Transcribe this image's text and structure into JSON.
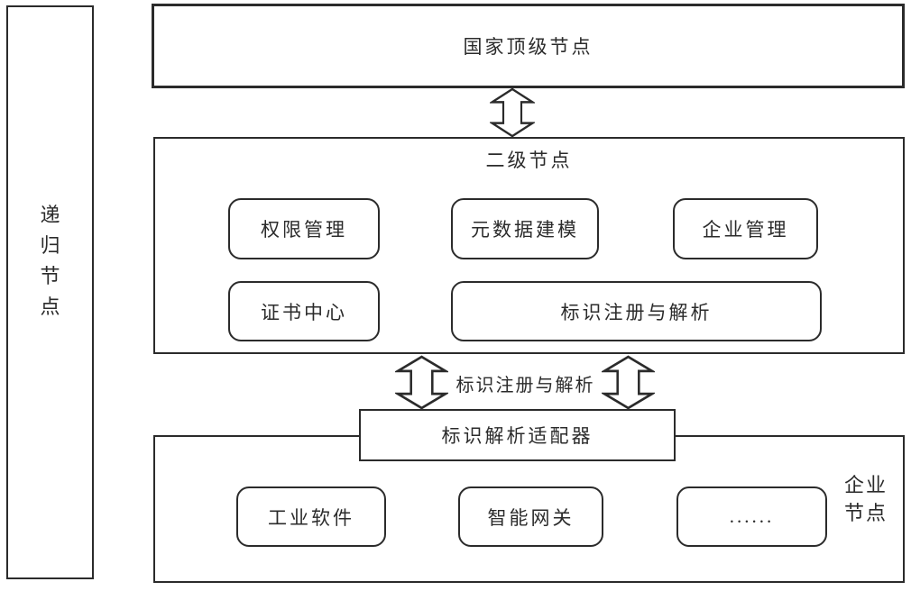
{
  "diagram": {
    "recursive_node": {
      "label": "递归节点"
    },
    "top_node": {
      "label": "国家顶级节点"
    },
    "second_level_node": {
      "label": "二级节点",
      "modules": [
        "权限管理",
        "元数据建模",
        "企业管理",
        "证书中心",
        "标识注册与解析"
      ]
    },
    "link_label": "标识注册与解析",
    "adapter": {
      "label": "标识解析适配器"
    },
    "enterprise_node": {
      "label": "企业\n节点",
      "modules": [
        "工业软件",
        "智能网关",
        "......"
      ]
    },
    "colors": {
      "line": "#2b2b2b",
      "background": "#ffffff"
    }
  }
}
